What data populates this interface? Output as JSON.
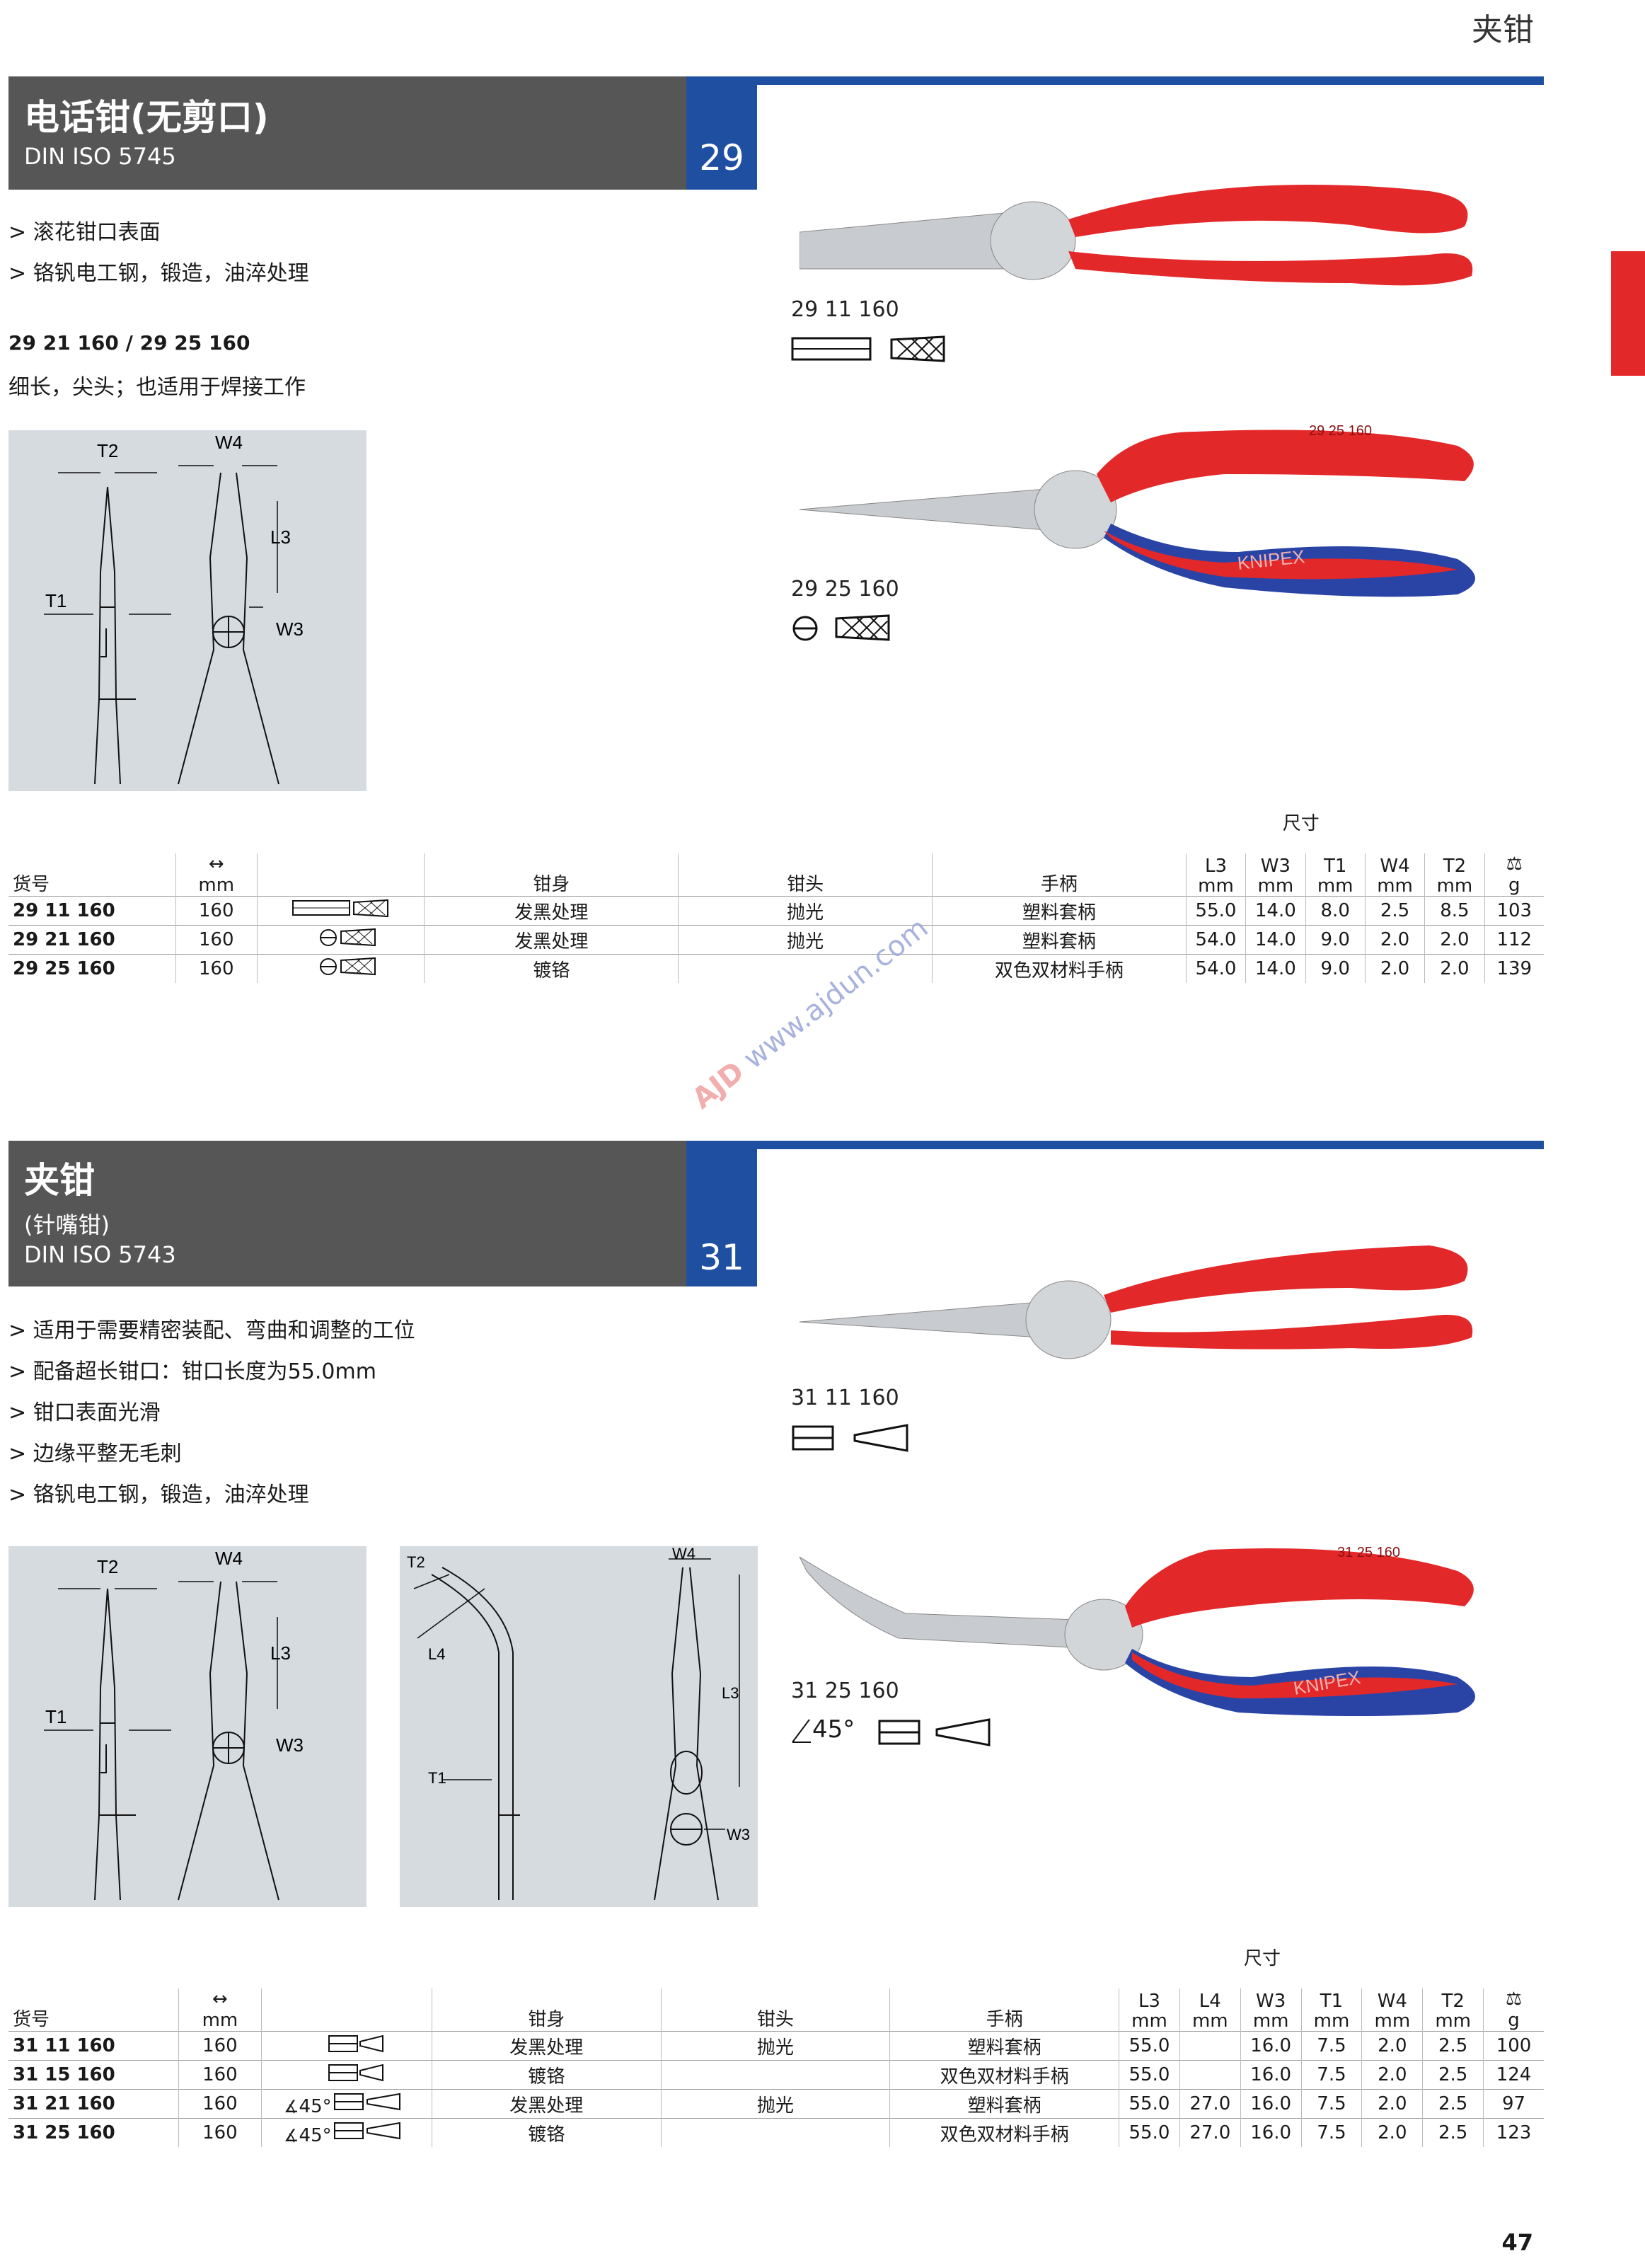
{
  "page": {
    "category": "夹钳",
    "page_number": "47",
    "watermark_brand": "AJD",
    "watermark_url": "www.ajdun.com"
  },
  "colors": {
    "header_bg": "#565656",
    "accent_blue": "#1f4fa1",
    "red_tab": "#e3282a",
    "diagram_bg": "#d6dbe0",
    "handle_red": "#e3282a",
    "handle_blue": "#2a44a6"
  },
  "section1": {
    "title": "电话钳(无剪口)",
    "standard": "DIN ISO 5745",
    "number": "29",
    "features": [
      "> 滚花钳口表面",
      "> 铬钒电工钢，锻造，油淬处理"
    ],
    "subheading": "29 21 160 / 29 25 160",
    "subdesc": "细长，尖头；也适用于焊接工作",
    "diagram_labels": [
      "T2",
      "W4",
      "L3",
      "T1",
      "W3"
    ],
    "products": [
      {
        "code": "29 11 160",
        "symbols": [
          "flat-jaw-icon",
          "knurled-icon"
        ]
      },
      {
        "code": "29 25 160",
        "symbols": [
          "round-jaw-icon",
          "knurled-icon"
        ],
        "handle_text": "KNIPEX",
        "stamp": "29 25 160"
      }
    ],
    "table": {
      "dims_header": "尺寸",
      "headers": [
        "货号",
        "mm",
        "",
        "钳身",
        "钳头",
        "手柄",
        "L3\nmm",
        "W3\nmm",
        "T1\nmm",
        "W4\nmm",
        "T2\nmm",
        "g"
      ],
      "rows": [
        {
          "code": "29 11 160",
          "len": "160",
          "sym": "flat",
          "body": "发黑处理",
          "head": "抛光",
          "handle": "塑料套柄",
          "L3": "55.0",
          "W3": "14.0",
          "T1": "8.0",
          "W4": "2.5",
          "T2": "8.5",
          "g": "103"
        },
        {
          "code": "29 21 160",
          "len": "160",
          "sym": "round",
          "body": "发黑处理",
          "head": "抛光",
          "handle": "塑料套柄",
          "L3": "54.0",
          "W3": "14.0",
          "T1": "9.0",
          "W4": "2.0",
          "T2": "2.0",
          "g": "112"
        },
        {
          "code": "29 25 160",
          "len": "160",
          "sym": "round",
          "body": "镀铬",
          "head": "",
          "handle": "双色双材料手柄",
          "L3": "54.0",
          "W3": "14.0",
          "T1": "9.0",
          "W4": "2.0",
          "T2": "2.0",
          "g": "139"
        }
      ]
    }
  },
  "section2": {
    "title": "夹钳",
    "subtitle": "(针嘴钳)",
    "standard": "DIN ISO 5743",
    "number": "31",
    "features": [
      "> 适用于需要精密装配、弯曲和调整的工位",
      "> 配备超长钳口：钳口长度为55.0mm",
      "> 钳口表面光滑",
      "> 边缘平整无毛刺",
      "> 铬钒电工钢，锻造，油淬处理"
    ],
    "diagram_labels": [
      "T2",
      "W4",
      "L3",
      "T1",
      "W3",
      "L4"
    ],
    "products": [
      {
        "code": "31 11 160",
        "symbols": [
          "half-round-jaw-icon",
          "smooth-taper-icon"
        ]
      },
      {
        "code": "31 25 160",
        "angle": "45°",
        "symbols": [
          "angle-icon",
          "half-round-jaw-icon",
          "smooth-taper-icon"
        ],
        "handle_text": "KNIPEX",
        "stamp": "31 25 160"
      }
    ],
    "table": {
      "dims_header": "尺寸",
      "headers": [
        "货号",
        "mm",
        "",
        "钳身",
        "钳头",
        "手柄",
        "L3\nmm",
        "L4\nmm",
        "W3\nmm",
        "T1\nmm",
        "W4\nmm",
        "T2\nmm",
        "g"
      ],
      "rows": [
        {
          "code": "31 11 160",
          "len": "160",
          "angle": "",
          "body": "发黑处理",
          "head": "抛光",
          "handle": "塑料套柄",
          "L3": "55.0",
          "L4": "",
          "W3": "16.0",
          "T1": "7.5",
          "W4": "2.0",
          "T2": "2.5",
          "g": "100"
        },
        {
          "code": "31 15 160",
          "len": "160",
          "angle": "",
          "body": "镀铬",
          "head": "",
          "handle": "双色双材料手柄",
          "L3": "55.0",
          "L4": "",
          "W3": "16.0",
          "T1": "7.5",
          "W4": "2.0",
          "T2": "2.5",
          "g": "124"
        },
        {
          "code": "31 21 160",
          "len": "160",
          "angle": "45°",
          "body": "发黑处理",
          "head": "抛光",
          "handle": "塑料套柄",
          "L3": "55.0",
          "L4": "27.0",
          "W3": "16.0",
          "T1": "7.5",
          "W4": "2.0",
          "T2": "2.5",
          "g": "97"
        },
        {
          "code": "31 25 160",
          "len": "160",
          "angle": "45°",
          "body": "镀铬",
          "head": "",
          "handle": "双色双材料手柄",
          "L3": "55.0",
          "L4": "27.0",
          "W3": "16.0",
          "T1": "7.5",
          "W4": "2.0",
          "T2": "2.5",
          "g": "123"
        }
      ]
    }
  }
}
